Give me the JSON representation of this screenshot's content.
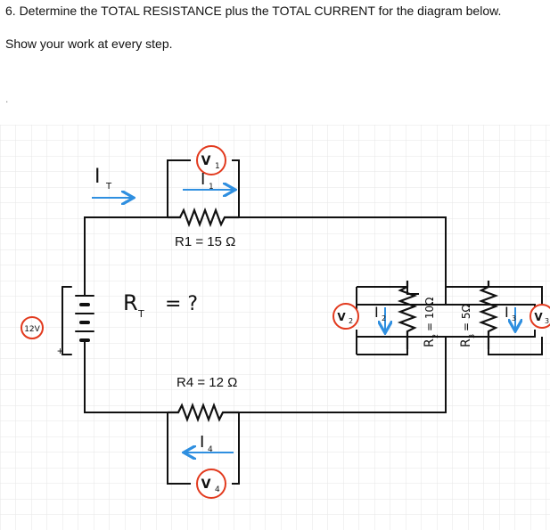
{
  "question": {
    "title": "6. Determine the TOTAL RESISTANCE plus the TOTAL CURRENT for the diagram below.",
    "instruction": "Show your work at every step.",
    "marker": "."
  },
  "diagram": {
    "battery_label": "12V",
    "current_total": "I",
    "current_total_sub": "T",
    "rt_label": "R",
    "rt_sub": "T",
    "rt_value": "= ?",
    "r1_label": "R1 = 15 Ω",
    "r4_label": "R4 = 12 Ω",
    "r2_label": "R",
    "r2_sub": "2",
    "r2_value": "= 10Ω",
    "r3_label": "R",
    "r3_sub": "3",
    "r3_value": "= 5Ω",
    "i1": "I",
    "i1_sub": "1",
    "i2": "I",
    "i2_sub": "2",
    "i3": "I",
    "i3_sub": "3",
    "i4": "I",
    "i4_sub": "4",
    "v1": "V",
    "v1_sub": "1",
    "v2": "V",
    "v2_sub": "2",
    "v3": "V",
    "v3_sub": "3",
    "v4": "V",
    "v4_sub": "4",
    "colors": {
      "grid": "#e6e6e6",
      "wire": "#111111",
      "arrow": "#2f8fe0",
      "meter": "#e23a1e"
    }
  }
}
